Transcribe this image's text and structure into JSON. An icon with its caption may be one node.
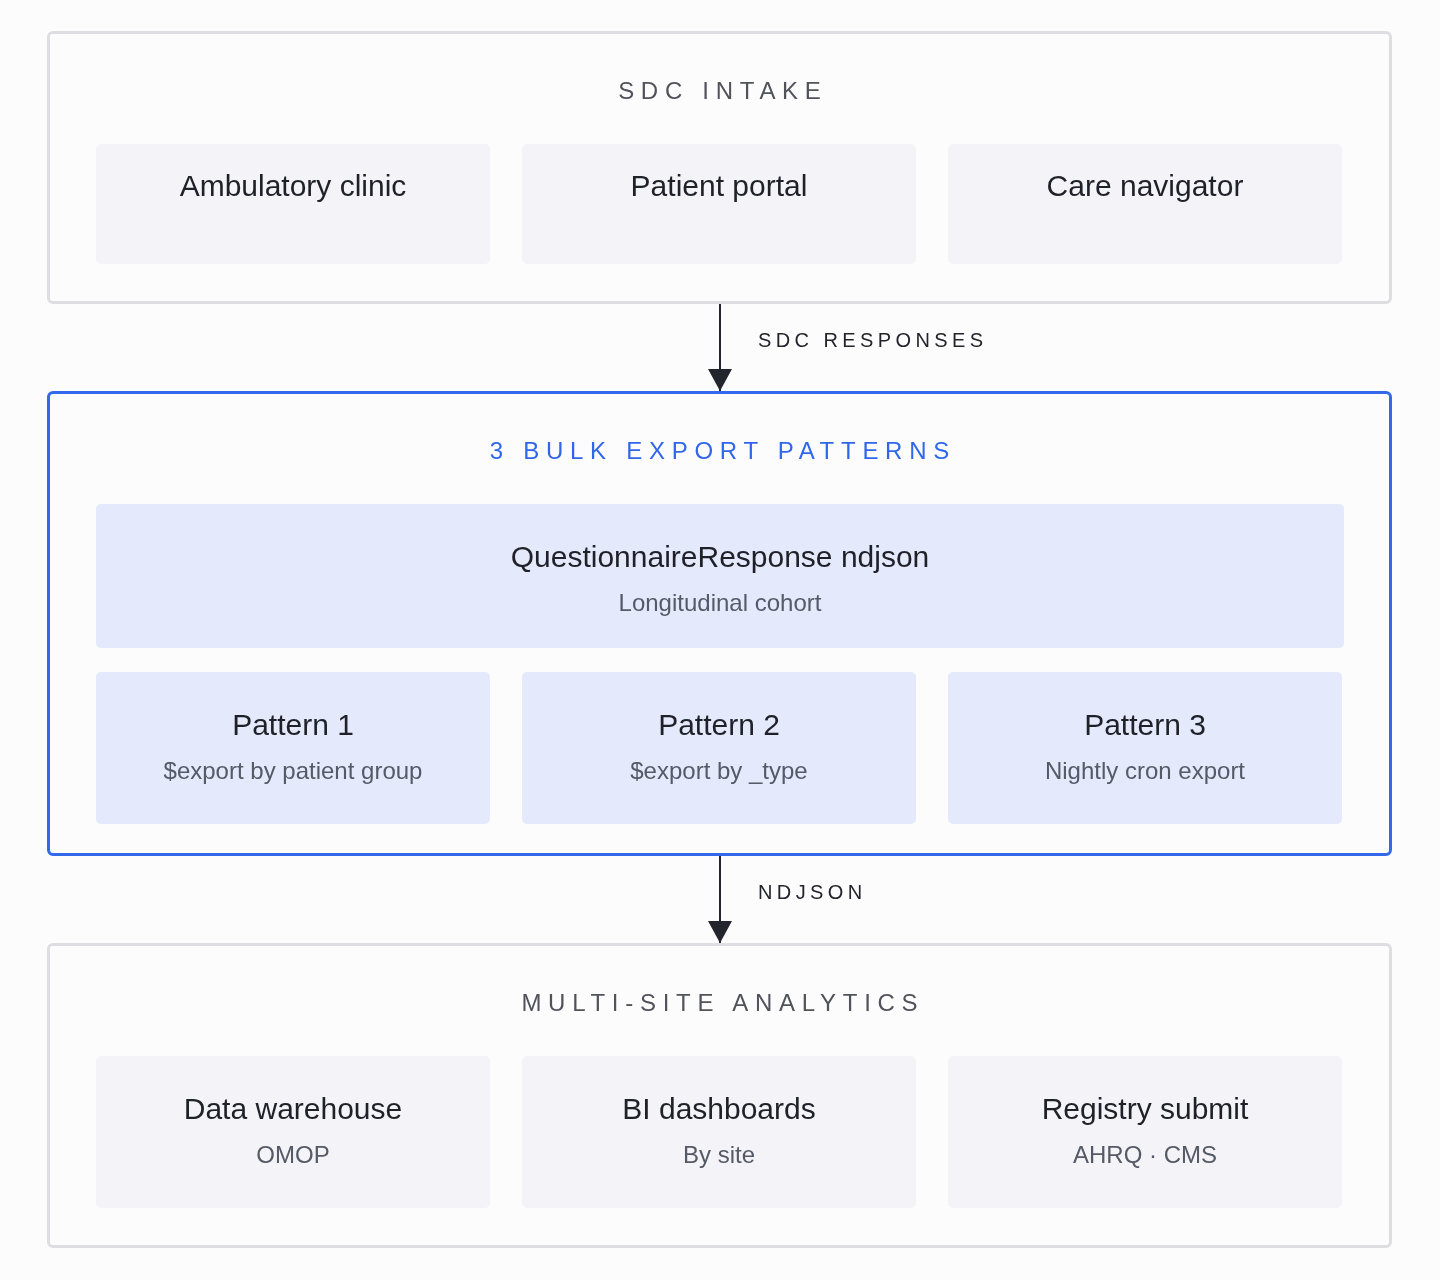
{
  "diagram": {
    "nodes": [
      {
        "text": [
          "SDC INTAKE"
        ]
      },
      {
        "text": [
          "Ambulatory clinic"
        ],
        "in": 0
      },
      {
        "text": [
          "Patient portal"
        ],
        "in": 0
      },
      {
        "text": [
          "Care navigator"
        ],
        "in": 0
      },
      {
        "text": [
          "3 BULK EXPORT PATTERNS"
        ]
      },
      {
        "text": [
          "QuestionnaireResponse ndjson",
          "Longitudinal cohort"
        ],
        "in": 4
      },
      {
        "text": [
          "Pattern 1",
          "$export by patient group"
        ],
        "in": 4
      },
      {
        "text": [
          "Pattern 2",
          "$export by _type"
        ],
        "in": 4
      },
      {
        "text": [
          "Pattern 3",
          "Nightly cron export"
        ],
        "in": 4
      },
      {
        "text": [
          "MULTI-SITE ANALYTICS"
        ]
      },
      {
        "text": [
          "Data warehouse",
          "OMOP"
        ],
        "in": 9
      },
      {
        "text": [
          "BI dashboards",
          "By site"
        ],
        "in": 9
      },
      {
        "text": [
          "Registry submit",
          "AHRQ · CMS"
        ],
        "in": 9
      }
    ],
    "edges": [
      {
        "from": 0,
        "to": 4,
        "arrow": "to",
        "label": "SDC RESPONSES"
      },
      {
        "from": 4,
        "to": 9,
        "arrow": "to",
        "label": "NDJSON"
      }
    ]
  }
}
